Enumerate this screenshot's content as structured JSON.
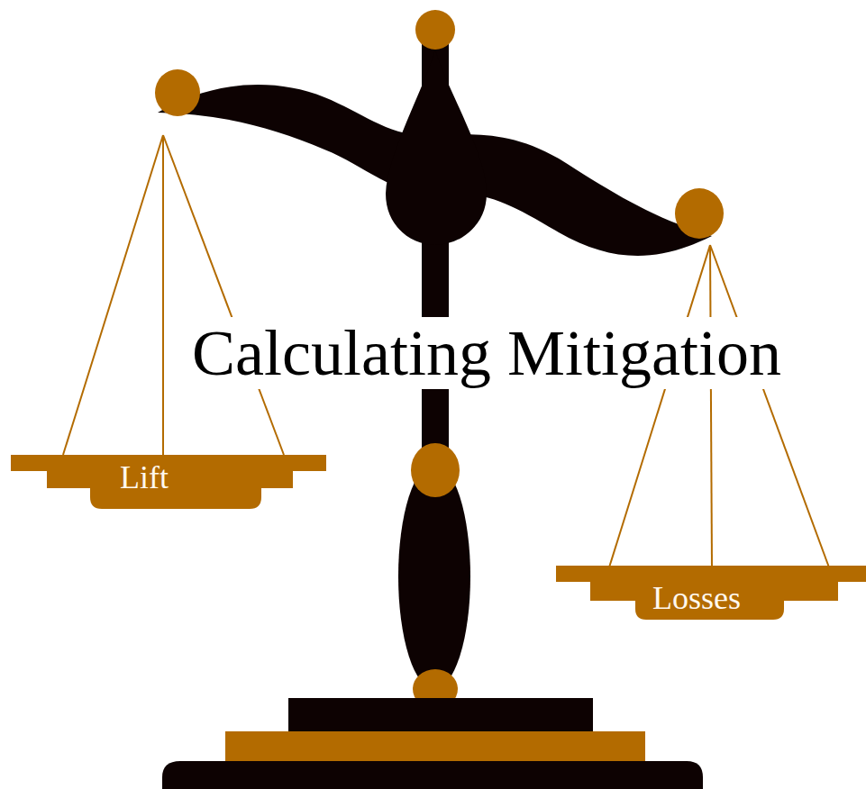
{
  "diagram": {
    "title": "Calculating Mitigation",
    "nodes": [
      {
        "text": [
          "Lift"
        ]
      },
      {
        "text": [
          "Losses"
        ]
      }
    ]
  }
}
